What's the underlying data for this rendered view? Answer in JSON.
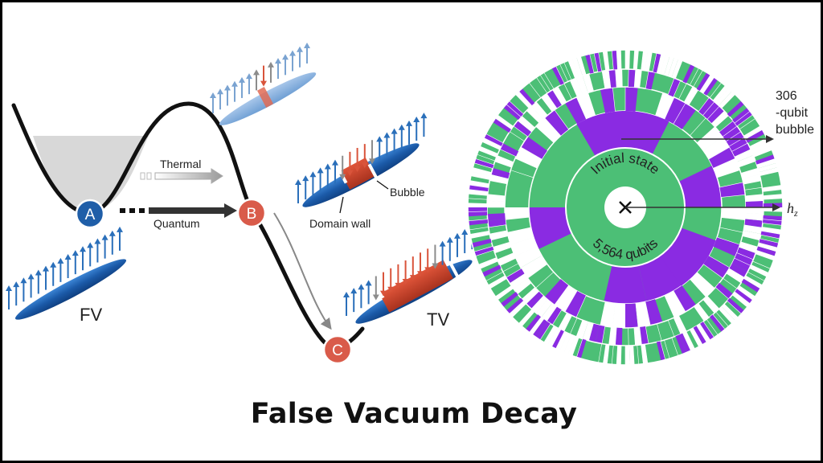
{
  "diagram": {
    "title": "False Vacuum Decay",
    "states": [
      {
        "id": "a",
        "letter": "A",
        "color": "#1f5ea8"
      },
      {
        "id": "b",
        "letter": "B",
        "color": "#d95b4a"
      },
      {
        "id": "c",
        "letter": "C",
        "color": "#d95b4a"
      }
    ],
    "transitions": {
      "thermal": "Thermal",
      "quantum": "Quantum"
    },
    "labels": {
      "fv": "FV",
      "tv": "TV",
      "bubble": "Bubble",
      "domain_wall": "Domain wall"
    },
    "radial_plot": {
      "bubble_label_line1": "306",
      "bubble_label_line2": "-qubit",
      "bubble_label_line3": "bubble",
      "field_symbol": "h",
      "field_subscript": "z",
      "center_text_top": "Initial state",
      "center_text_bottom": "5,564 qubits",
      "colors": {
        "green": "#4cbf76",
        "purple": "#8a2be2",
        "white": "#ffffff"
      }
    }
  }
}
